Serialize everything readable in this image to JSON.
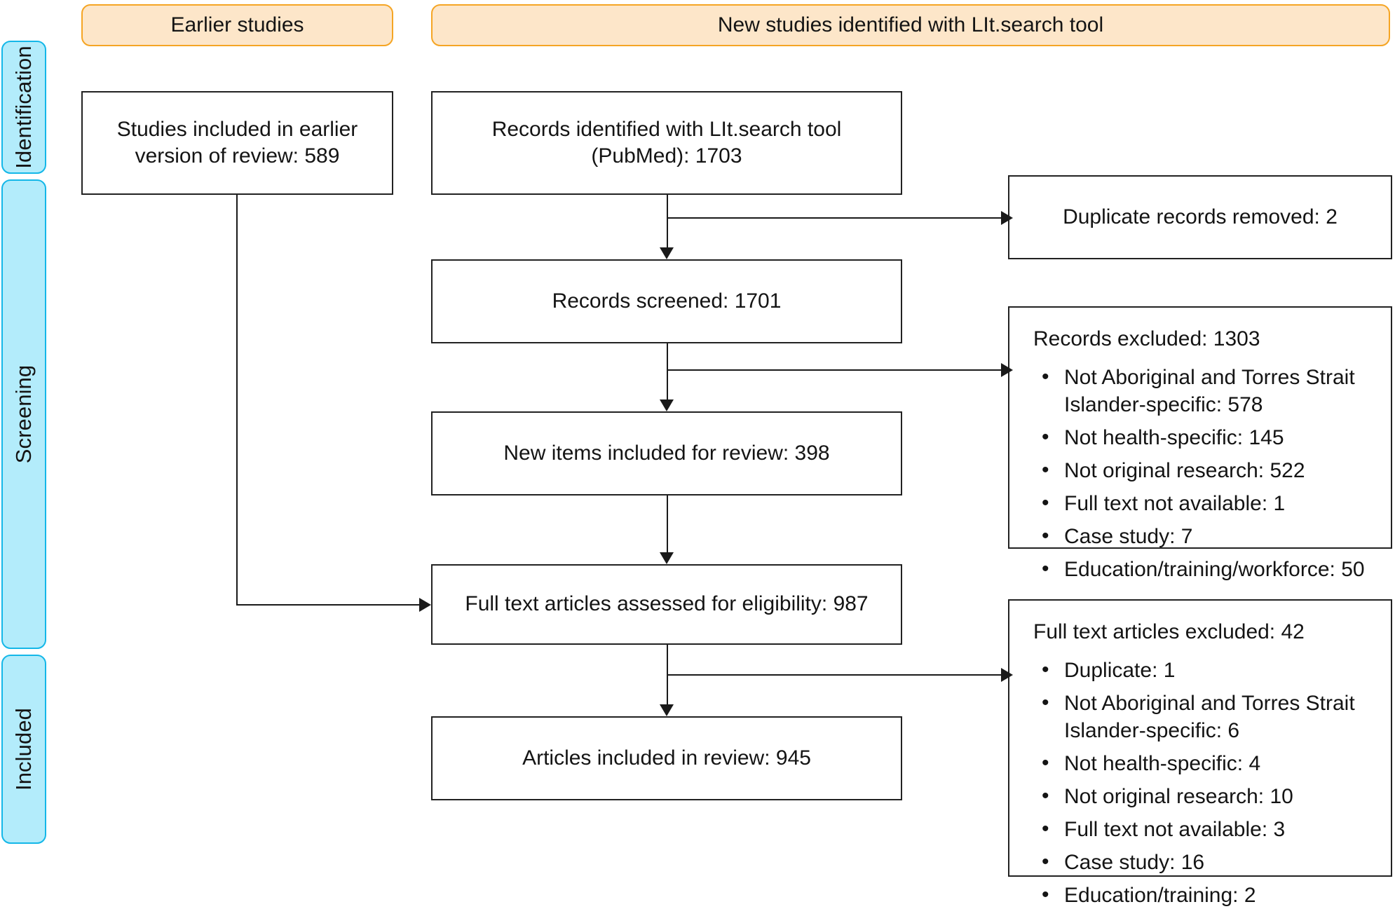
{
  "diagram": {
    "type": "prisma-flow-diagram",
    "phases": [
      {
        "id": "identification",
        "label": "Identification"
      },
      {
        "id": "screening",
        "label": "Screening"
      },
      {
        "id": "included",
        "label": "Included"
      }
    ],
    "column_headers": [
      {
        "id": "earlier-studies",
        "label": "Earlier studies"
      },
      {
        "id": "new-studies",
        "label": "New studies identified with LIt.search tool"
      }
    ],
    "boxes": {
      "earlier_included": "Studies included in earlier\nversion of review: 589",
      "records_identified": "Records identified with LIt.search tool\n(PubMed): 1703",
      "records_screened": "Records screened:  1701",
      "new_items_included": "New items included for review: 398",
      "full_text_assessed": "Full text articles assessed for eligibility: 987",
      "articles_included": "Articles included in review: 945",
      "duplicates_removed": "Duplicate records removed: 2"
    },
    "exclusions": [
      {
        "id": "records-excluded",
        "title": "Records excluded: 1303",
        "items": [
          "Not Aboriginal and Torres Strait Islander-specific: 578",
          "Not health-specific: 145",
          "Not original research: 522",
          "Full text not available: 1",
          "Case study: 7",
          "Education/training/workforce: 50"
        ]
      },
      {
        "id": "full-text-excluded",
        "title": "Full text articles excluded: 42",
        "items": [
          "Duplicate: 1",
          "Not Aboriginal and Torres Strait Islander-specific: 6",
          "Not health-specific: 4",
          "Not original research: 10",
          "Full text not available: 3",
          "Case study: 16",
          "Education/training: 2"
        ]
      }
    ],
    "colors": {
      "phase_fill": "#b3ecfb",
      "phase_border": "#14b7e8",
      "banner_fill": "#fde6c9",
      "banner_border": "#f5a524",
      "box_border": "#222222",
      "text": "#141414",
      "connector": "#1a1a1a"
    }
  }
}
